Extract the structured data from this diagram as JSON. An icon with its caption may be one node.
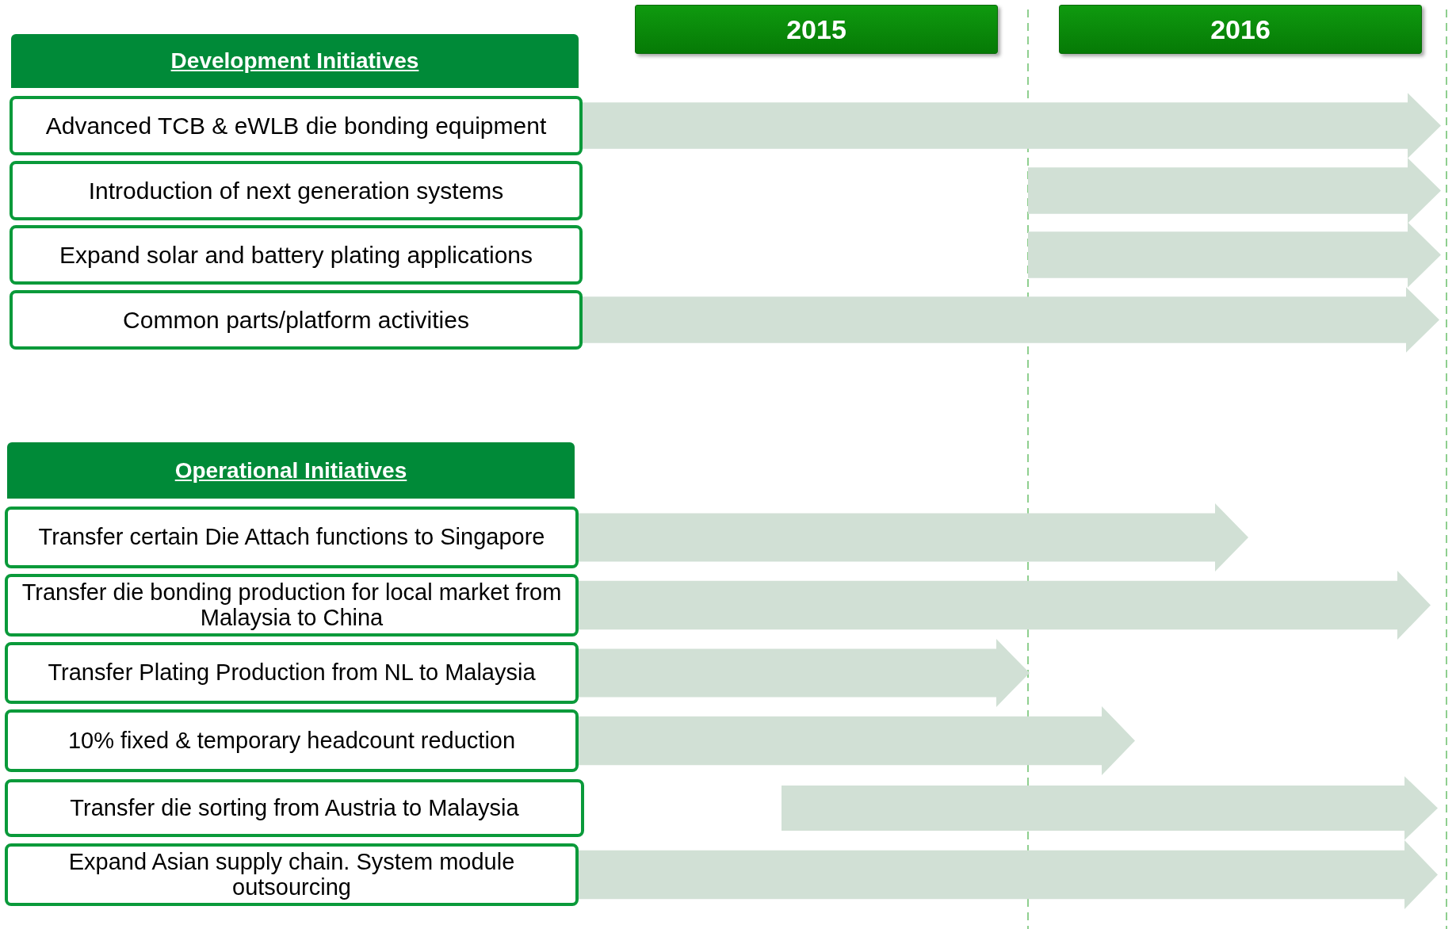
{
  "diagram": {
    "nodes": [
      {
        "text": [
          "2015"
        ]
      },
      {
        "text": [
          "2016"
        ]
      },
      {
        "text": [
          "Development Initiatives"
        ]
      },
      {
        "text": [
          "Advanced TCB & eWLB die bonding equipment"
        ]
      },
      {
        "text": [
          "Introduction of next generation systems"
        ]
      },
      {
        "text": [
          "Expand solar and battery plating applications"
        ]
      },
      {
        "text": [
          "Common parts/platform activities"
        ]
      },
      {
        "text": [
          "Operational Initiatives"
        ]
      },
      {
        "text": [
          "Transfer certain Die Attach functions to Singapore"
        ]
      },
      {
        "text": [
          "Transfer die bonding production for local market from Malaysia to China"
        ]
      },
      {
        "text": [
          "Transfer Plating Production from NL to Malaysia"
        ]
      },
      {
        "text": [
          "10% fixed & temporary headcount reduction"
        ]
      },
      {
        "text": [
          "Transfer die sorting from Austria to Malaysia"
        ]
      },
      {
        "text": [
          "Expand Asian supply chain. System module outsourcing"
        ]
      },
      {
        "text": [],
        "shape": "arrow"
      },
      {
        "text": [],
        "shape": "arrow"
      },
      {
        "text": [],
        "shape": "arrow"
      }
    ],
    "edges": [
      {
        "from": 3,
        "to": null,
        "arrow": "to"
      },
      {
        "from": 6,
        "to": null,
        "arrow": "to"
      },
      {
        "from": 8,
        "to": null,
        "arrow": "to"
      },
      {
        "from": 9,
        "to": null,
        "arrow": "to"
      },
      {
        "from": 10,
        "to": null,
        "arrow": "to"
      },
      {
        "from": 11,
        "to": null,
        "arrow": "to"
      },
      {
        "from": 13,
        "to": null,
        "arrow": "to"
      }
    ]
  }
}
